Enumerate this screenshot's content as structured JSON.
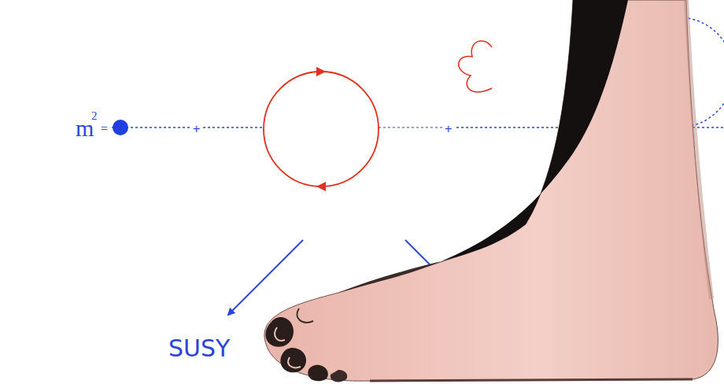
{
  "diagram": {
    "labels": [
      "m",
      "2",
      "=",
      "+",
      "+",
      "SUSY"
    ]
  }
}
